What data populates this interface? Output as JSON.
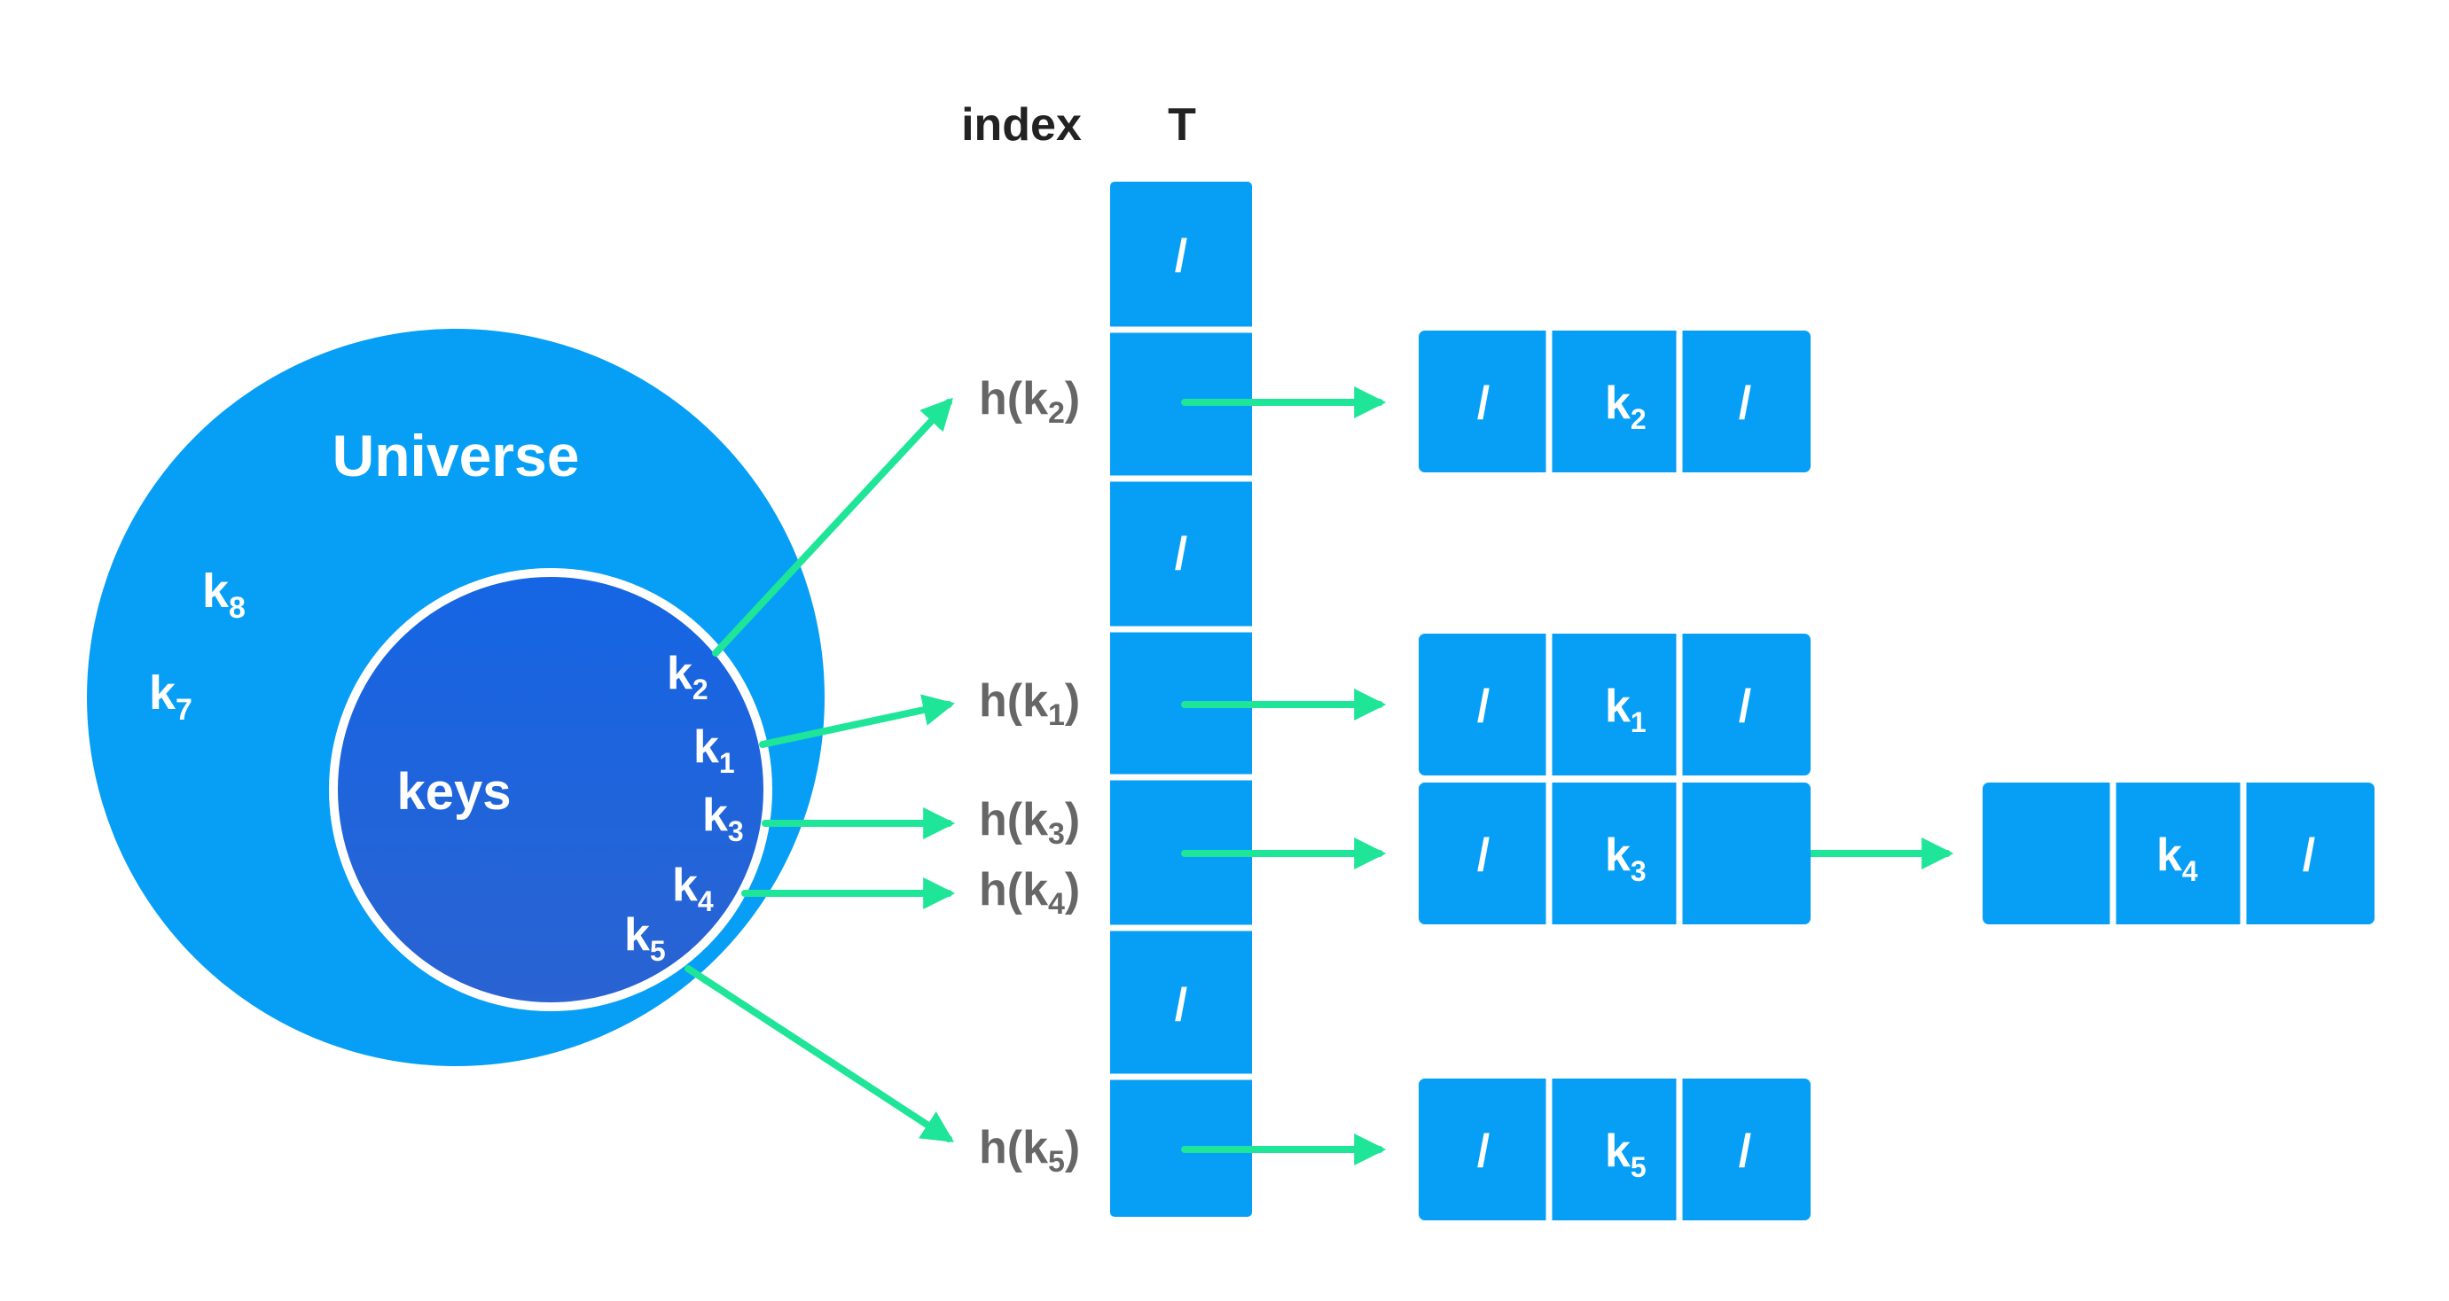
{
  "colors": {
    "universe_fill": "#069ff5",
    "keys_fill_top": "#1565e4",
    "keys_fill_bottom": "#2a63d2",
    "cell_fill": "#069ff5",
    "arrow": "#1ee598",
    "header_text": "#222222",
    "hash_text": "#666666",
    "white": "#ffffff"
  },
  "headers": {
    "index": "index",
    "table": "T"
  },
  "universe": {
    "label": "Universe",
    "outer_keys": [
      [
        "k",
        "8"
      ],
      [
        "k",
        "7"
      ]
    ]
  },
  "keys_set": {
    "label": "keys",
    "keys": [
      [
        "k",
        "2"
      ],
      [
        "k",
        "1"
      ],
      [
        "k",
        "3"
      ],
      [
        "k",
        "4"
      ],
      [
        "k",
        "5"
      ]
    ]
  },
  "table_slots": [
    {
      "slot": 0,
      "value": "/",
      "hash": null
    },
    {
      "slot": 1,
      "value": "",
      "hash": [
        "h(k",
        "2",
        ")"
      ]
    },
    {
      "slot": 2,
      "value": "/",
      "hash": null
    },
    {
      "slot": 3,
      "value": "",
      "hash": [
        "h(k",
        "1",
        ")"
      ]
    },
    {
      "slot": 4,
      "value": "",
      "hash": [
        "h(k",
        "3",
        ")",
        "h(k",
        "4",
        ")"
      ]
    },
    {
      "slot": 5,
      "value": "/",
      "hash": null
    },
    {
      "slot": 6,
      "value": "",
      "hash": [
        "h(k",
        "5",
        ")"
      ]
    }
  ],
  "chains": [
    {
      "slot": 1,
      "nodes": [
        {
          "prev": "/",
          "key": [
            "k",
            "2"
          ],
          "next": "/"
        }
      ]
    },
    {
      "slot": 3,
      "nodes": [
        {
          "prev": "/",
          "key": [
            "k",
            "1"
          ],
          "next": "/"
        }
      ]
    },
    {
      "slot": 4,
      "nodes": [
        {
          "prev": "/",
          "key": [
            "k",
            "3"
          ],
          "next": ""
        },
        {
          "prev": "",
          "key": [
            "k",
            "4"
          ],
          "next": "/"
        }
      ]
    },
    {
      "slot": 6,
      "nodes": [
        {
          "prev": "/",
          "key": [
            "k",
            "5"
          ],
          "next": "/"
        }
      ]
    }
  ]
}
